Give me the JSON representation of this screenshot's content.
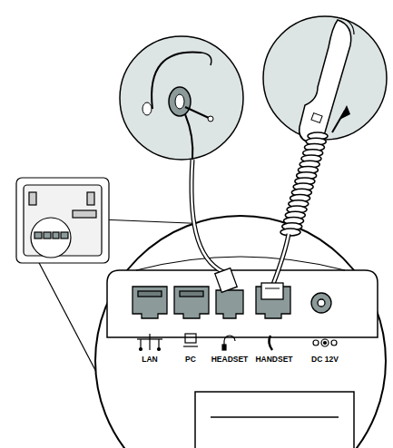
{
  "diagram": {
    "labels": [
      "LAN",
      "PC",
      "HEADSET",
      "HANDSET",
      "DC 12V"
    ]
  }
}
